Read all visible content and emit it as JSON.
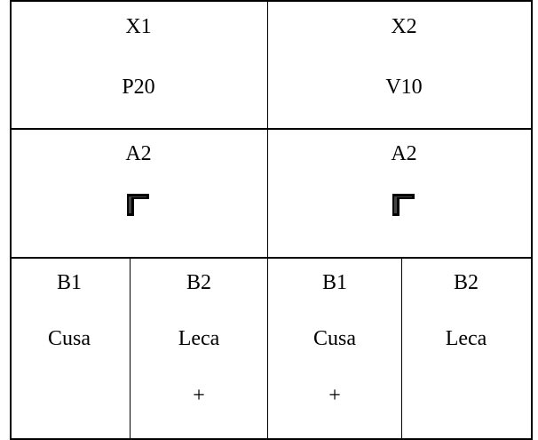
{
  "table": {
    "row1": {
      "left": {
        "header": "X1",
        "value": "P20"
      },
      "right": {
        "header": "X2",
        "value": "V10"
      }
    },
    "row2": {
      "left": {
        "header": "A2",
        "symbol": "corner-bracket-icon"
      },
      "right": {
        "header": "A2",
        "symbol": "corner-bracket-icon"
      }
    },
    "row3": [
      {
        "header": "B1",
        "value": "Cusa",
        "extra": ""
      },
      {
        "header": "B2",
        "value": "Leca",
        "extra": "+"
      },
      {
        "header": "B1",
        "value": "Cusa",
        "extra": "+"
      },
      {
        "header": "B2",
        "value": "Leca",
        "extra": ""
      }
    ]
  }
}
